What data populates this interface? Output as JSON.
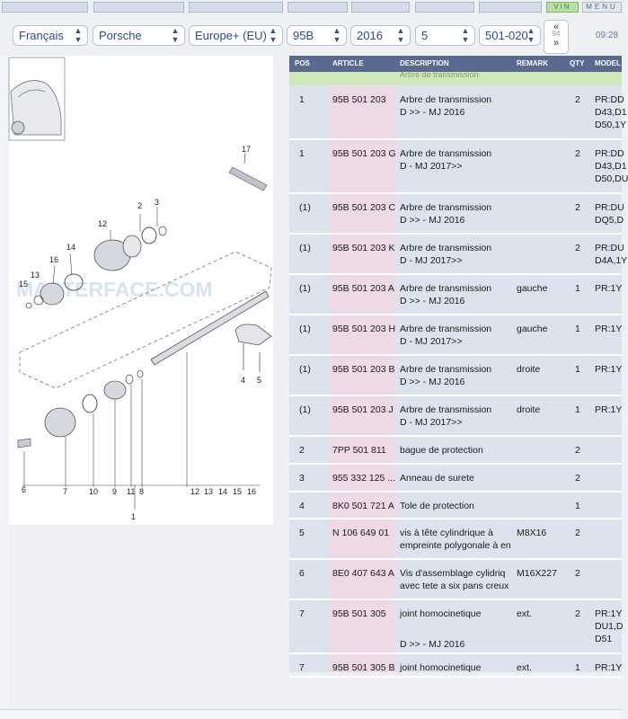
{
  "topbar": {
    "vin_label": "VIN",
    "menu_label": "MENU"
  },
  "selectors": [
    {
      "value": "Français"
    },
    {
      "value": "Porsche"
    },
    {
      "value": "Europe+ (EU)"
    },
    {
      "value": "95B"
    },
    {
      "value": "2016"
    },
    {
      "value": "5"
    },
    {
      "value": "501-020"
    }
  ],
  "pager": {
    "prev": "«",
    "page": "94",
    "next": "»"
  },
  "clock": "09:28",
  "watermark": "MASTERFACE.COM",
  "diagram": {
    "callouts": [
      "17",
      "3",
      "2",
      "12",
      "14",
      "16",
      "13",
      "15",
      "4",
      "5",
      "6",
      "7",
      "10",
      "9",
      "11",
      "8",
      "12",
      "13",
      "14",
      "15",
      "16",
      "1"
    ]
  },
  "table": {
    "headers": {
      "pos": "POS",
      "article": "ARTICLE",
      "description": "DESCRIPTION",
      "remark": "REMARK",
      "qty": "QTY",
      "model": "MODEL"
    },
    "top_partial": "Arbre de transmission",
    "rows": [
      {
        "pos": "1",
        "article": "95B 501 203",
        "desc1": "Arbre de transmission",
        "desc2": "D            >> -    MJ 2016",
        "remark": "",
        "qty": "2",
        "model1": "PR:DD",
        "model2": "D43,D1",
        "model3": "D50,1Y"
      },
      {
        "pos": "1",
        "article": "95B 501 203 G",
        "desc1": "Arbre de transmission",
        "desc2": "D -    MJ 2017>>",
        "remark": "",
        "qty": "2",
        "model1": "PR:DD",
        "model2": "D43,D1",
        "model3": "D50,DU"
      },
      {
        "pos": "(1)",
        "article": "95B 501 203 C",
        "desc1": "Arbre de transmission",
        "desc2": "D            >> -    MJ 2016",
        "remark": "",
        "qty": "2",
        "model1": "PR:DU",
        "model2": "DQ5,D",
        "model3": ""
      },
      {
        "pos": "(1)",
        "article": "95B 501 203 K",
        "desc1": "Arbre de transmission",
        "desc2": "D -    MJ 2017>>",
        "remark": "",
        "qty": "2",
        "model1": "PR:DU",
        "model2": "D4A,1Y",
        "model3": ""
      },
      {
        "pos": "(1)",
        "article": "95B 501 203 A",
        "desc1": "Arbre de transmission",
        "desc2": "D            >> -    MJ 2016",
        "remark": "gauche",
        "qty": "1",
        "model1": "PR:1Y",
        "model2": "",
        "model3": ""
      },
      {
        "pos": "(1)",
        "article": "95B 501 203 H",
        "desc1": "Arbre de transmission",
        "desc2": "D -    MJ 2017>>",
        "remark": "gauche",
        "qty": "1",
        "model1": "PR:1Y",
        "model2": "",
        "model3": ""
      },
      {
        "pos": "(1)",
        "article": "95B 501 203 B",
        "desc1": "Arbre de transmission",
        "desc2": "D            >> -    MJ 2016",
        "remark": "droite",
        "qty": "1",
        "model1": "PR:1Y",
        "model2": "",
        "model3": ""
      },
      {
        "pos": "(1)",
        "article": "95B 501 203 J",
        "desc1": "Arbre de transmission",
        "desc2": "D -    MJ 2017>>",
        "remark": "droite",
        "qty": "1",
        "model1": "PR:1Y",
        "model2": "",
        "model3": ""
      },
      {
        "pos": "2",
        "article": "7PP 501 811",
        "desc1": "bague de protection",
        "desc2": "",
        "remark": "",
        "qty": "2",
        "model1": "",
        "model2": "",
        "model3": ""
      },
      {
        "pos": "3",
        "article": "955 332 125 ...",
        "desc1": "Anneau de surete",
        "desc2": "",
        "remark": "",
        "qty": "2",
        "model1": "",
        "model2": "",
        "model3": ""
      },
      {
        "pos": "4",
        "article": "8K0 501 721 A",
        "desc1": "Tole de protection",
        "desc2": "",
        "remark": "",
        "qty": "1",
        "model1": "",
        "model2": "",
        "model3": ""
      },
      {
        "pos": "5",
        "article": "N   106 649 01",
        "desc1": "vis à tête cylindrique à",
        "desc2": "empreinte polygonale à en",
        "remark": "M8X16",
        "qty": "2",
        "model1": "",
        "model2": "",
        "model3": ""
      },
      {
        "pos": "6",
        "article": "8E0 407 643 A",
        "desc1": "Vis d'assemblage cylidriq",
        "desc2": "avec tete a six pans creux",
        "remark": "M16X227",
        "qty": "2",
        "model1": "",
        "model2": "",
        "model3": ""
      },
      {
        "pos": "7",
        "article": "95B 501 305",
        "desc1": "joint homocinetique",
        "desc2": "",
        "desc3": "D            >> -    MJ 2016",
        "remark": "ext.",
        "qty": "2",
        "model1": "PR:1Y",
        "model2": "DU1,D",
        "model3": "D51"
      },
      {
        "pos": "7",
        "article": "95B 501 305 B",
        "desc1": "joint homocinetique",
        "desc2": "",
        "remark": "ext.",
        "qty": "1",
        "model1": "PR:1Y",
        "model2": "",
        "model3": ""
      }
    ]
  }
}
